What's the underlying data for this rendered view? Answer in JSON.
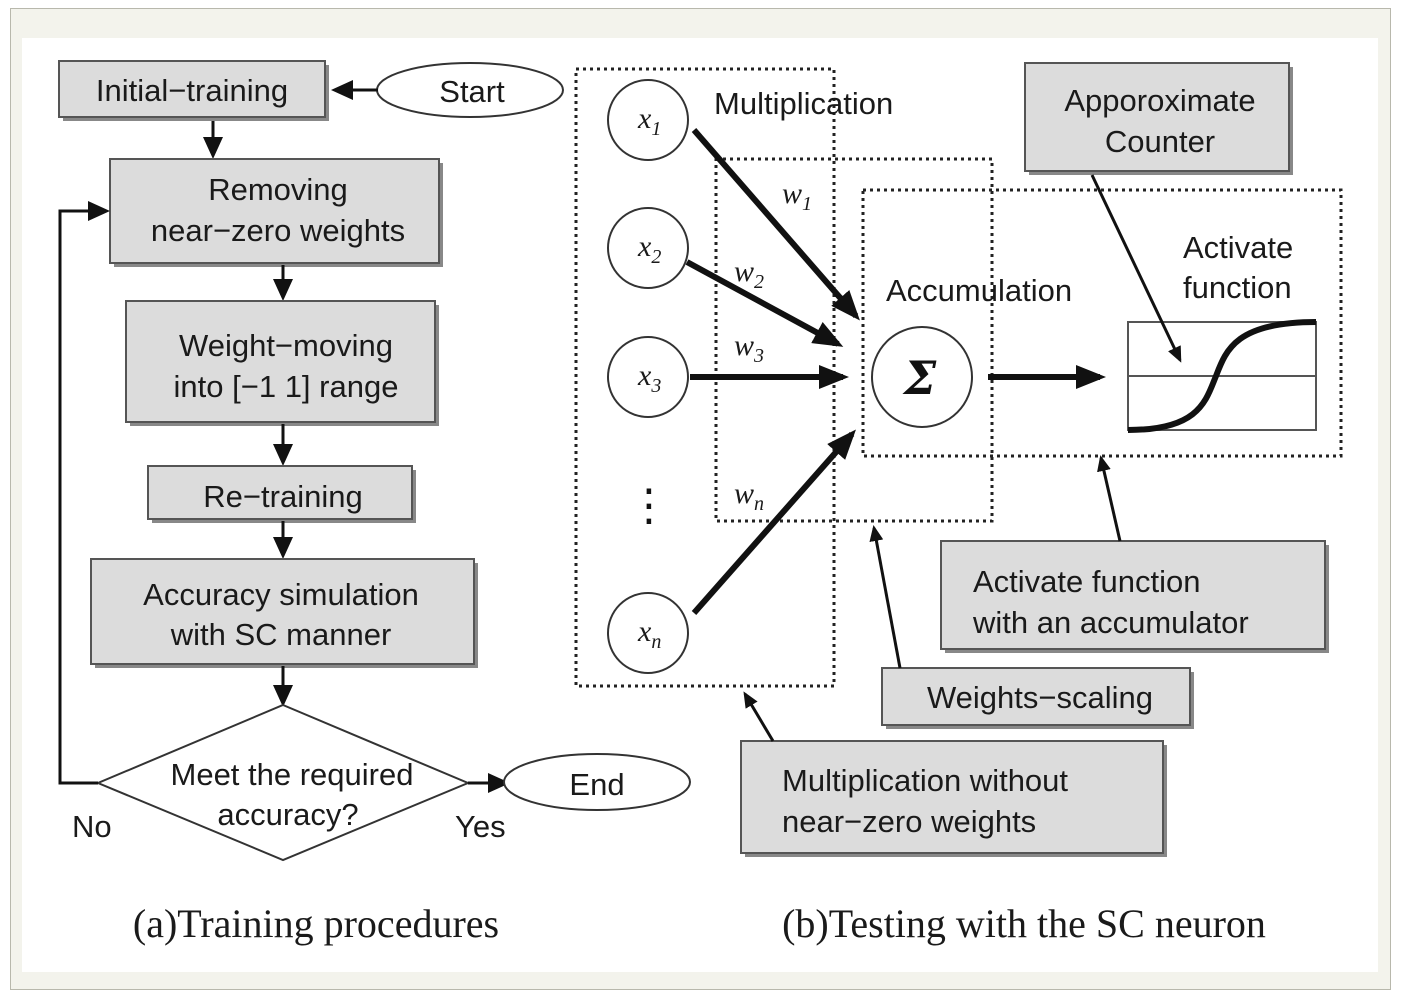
{
  "flow": {
    "initial_training": "Initial−training",
    "start": "Start",
    "removing_1": "Removing",
    "removing_2": "near−zero weights",
    "weight_moving_1": "Weight−moving",
    "weight_moving_2": "into [−1 1] range",
    "retraining": "Re−training",
    "accuracy_1": "Accuracy simulation",
    "accuracy_2": "with SC manner",
    "decision_1": "Meet the required",
    "decision_2": "accuracy?",
    "end": "End",
    "no": "No",
    "yes": "Yes",
    "caption": "(a)Training procedures"
  },
  "neuron": {
    "multiplication": "Multiplication",
    "accumulation": "Accumulation",
    "activate_1": "Activate",
    "activate_2": "function",
    "approx_1": "Apporoximate",
    "approx_2": "Counter",
    "sigma": "Σ",
    "vdots": "⋮",
    "inputs": [
      {
        "base": "x",
        "sub": "1"
      },
      {
        "base": "x",
        "sub": "2"
      },
      {
        "base": "x",
        "sub": "3"
      },
      {
        "base": "x",
        "sub": "n"
      }
    ],
    "weights": [
      {
        "base": "w",
        "sub": "1"
      },
      {
        "base": "w",
        "sub": "2"
      },
      {
        "base": "w",
        "sub": "3"
      },
      {
        "base": "w",
        "sub": "n"
      }
    ],
    "act_acc_1": "Activate function",
    "act_acc_2": "with an accumulator",
    "weights_scaling": "Weights−scaling",
    "mult_nz_1": "Multiplication without",
    "mult_nz_2": "near−zero weights",
    "caption": "(b)Testing with the SC neuron"
  }
}
